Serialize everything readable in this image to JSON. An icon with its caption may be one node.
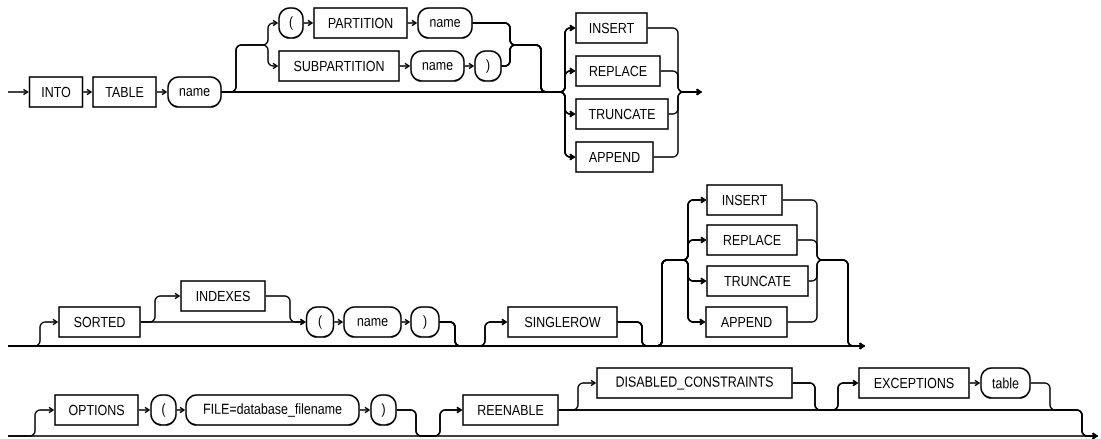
{
  "diagram": {
    "nodes": [
      {
        "text": [
          "INTO"
        ]
      },
      {
        "text": [
          "TABLE"
        ]
      },
      {
        "text": [
          "name"
        ]
      },
      {
        "text": [
          "("
        ]
      },
      {
        "text": [
          "PARTITION"
        ]
      },
      {
        "text": [
          "name"
        ]
      },
      {
        "text": [
          "SUBPARTITION"
        ]
      },
      {
        "text": [
          "name"
        ]
      },
      {
        "text": [
          ")"
        ]
      },
      {
        "text": [
          "INSERT"
        ]
      },
      {
        "text": [
          "REPLACE"
        ]
      },
      {
        "text": [
          "TRUNCATE"
        ]
      },
      {
        "text": [
          "APPEND"
        ]
      },
      {
        "text": [
          "SORTED"
        ]
      },
      {
        "text": [
          "INDEXES"
        ]
      },
      {
        "text": [
          "("
        ]
      },
      {
        "text": [
          "name"
        ]
      },
      {
        "text": [
          ")"
        ]
      },
      {
        "text": [
          "SINGLEROW"
        ]
      },
      {
        "text": [
          "INSERT"
        ]
      },
      {
        "text": [
          "REPLACE"
        ]
      },
      {
        "text": [
          "TRUNCATE"
        ]
      },
      {
        "text": [
          "APPEND"
        ]
      },
      {
        "text": [
          "OPTIONS"
        ]
      },
      {
        "text": [
          "("
        ]
      },
      {
        "text": [
          "FILE=database_filename"
        ]
      },
      {
        "text": [
          ")"
        ]
      },
      {
        "text": [
          "REENABLE"
        ]
      },
      {
        "text": [
          "DISABLED_CONSTRAINTS"
        ]
      },
      {
        "text": [
          "EXCEPTIONS"
        ]
      },
      {
        "text": [
          "table"
        ]
      }
    ],
    "edges": [
      {
        "from": null,
        "to": 0,
        "arrow": "to"
      },
      {
        "from": 0,
        "to": 1,
        "arrow": "to"
      },
      {
        "from": 1,
        "to": 2,
        "arrow": "to"
      },
      {
        "from": 2,
        "to": 3,
        "arrow": "to"
      },
      {
        "from": 3,
        "to": 4,
        "arrow": "to"
      },
      {
        "from": 4,
        "to": 5,
        "arrow": "to"
      },
      {
        "from": 2,
        "to": 6,
        "arrow": "to"
      },
      {
        "from": 6,
        "to": 7,
        "arrow": "to"
      },
      {
        "from": 7,
        "to": 8,
        "arrow": "to"
      },
      {
        "from": 2,
        "to": 9,
        "arrow": "to"
      },
      {
        "from": 2,
        "to": 10,
        "arrow": "to"
      },
      {
        "from": 2,
        "to": 11,
        "arrow": "to"
      },
      {
        "from": 2,
        "to": 12,
        "arrow": "to"
      },
      {
        "from": 5,
        "to": 9,
        "arrow": "to"
      },
      {
        "from": 5,
        "to": 10,
        "arrow": "to"
      },
      {
        "from": 5,
        "to": 11,
        "arrow": "to"
      },
      {
        "from": 5,
        "to": 12,
        "arrow": "to"
      },
      {
        "from": 8,
        "to": 9,
        "arrow": "to"
      },
      {
        "from": 8,
        "to": 10,
        "arrow": "to"
      },
      {
        "from": 8,
        "to": 11,
        "arrow": "to"
      },
      {
        "from": 8,
        "to": 12,
        "arrow": "to"
      },
      {
        "from": 9,
        "to": null,
        "arrow": "to"
      },
      {
        "from": 10,
        "to": null,
        "arrow": "to"
      },
      {
        "from": 11,
        "to": null,
        "arrow": "to"
      },
      {
        "from": 12,
        "to": null,
        "arrow": "to"
      },
      {
        "from": null,
        "to": 13,
        "arrow": "to"
      },
      {
        "from": 13,
        "to": 14,
        "arrow": "to"
      },
      {
        "from": 13,
        "to": 15,
        "arrow": "to"
      },
      {
        "from": 14,
        "to": 15,
        "arrow": "to"
      },
      {
        "from": 15,
        "to": 16,
        "arrow": "to"
      },
      {
        "from": 16,
        "to": 17,
        "arrow": "to"
      },
      {
        "from": null,
        "to": 18,
        "arrow": "to"
      },
      {
        "from": 17,
        "to": 18,
        "arrow": "to"
      },
      {
        "from": null,
        "to": 19,
        "arrow": "to"
      },
      {
        "from": null,
        "to": 20,
        "arrow": "to"
      },
      {
        "from": null,
        "to": 21,
        "arrow": "to"
      },
      {
        "from": null,
        "to": 22,
        "arrow": "to"
      },
      {
        "from": 17,
        "to": 19,
        "arrow": "to"
      },
      {
        "from": 17,
        "to": 20,
        "arrow": "to"
      },
      {
        "from": 17,
        "to": 21,
        "arrow": "to"
      },
      {
        "from": 17,
        "to": 22,
        "arrow": "to"
      },
      {
        "from": 18,
        "to": 19,
        "arrow": "to"
      },
      {
        "from": 18,
        "to": 20,
        "arrow": "to"
      },
      {
        "from": 18,
        "to": 21,
        "arrow": "to"
      },
      {
        "from": 18,
        "to": 22,
        "arrow": "to"
      },
      {
        "from": 19,
        "to": null,
        "arrow": "to"
      },
      {
        "from": 20,
        "to": null,
        "arrow": "to"
      },
      {
        "from": 21,
        "to": null,
        "arrow": "to"
      },
      {
        "from": 22,
        "to": null,
        "arrow": "to"
      },
      {
        "from": 17,
        "to": null,
        "arrow": "to"
      },
      {
        "from": 18,
        "to": null,
        "arrow": "to"
      },
      {
        "from": null,
        "to": 23,
        "arrow": "to"
      },
      {
        "from": 23,
        "to": 24,
        "arrow": "to"
      },
      {
        "from": 24,
        "to": 25,
        "arrow": "to"
      },
      {
        "from": 25,
        "to": 26,
        "arrow": "to"
      },
      {
        "from": 26,
        "to": 27,
        "arrow": "to"
      },
      {
        "from": null,
        "to": 27,
        "arrow": "to"
      },
      {
        "from": 27,
        "to": 28,
        "arrow": "to"
      },
      {
        "from": 27,
        "to": 29,
        "arrow": "to"
      },
      {
        "from": 28,
        "to": 29,
        "arrow": "to"
      },
      {
        "from": 29,
        "to": 30,
        "arrow": "to"
      },
      {
        "from": 30,
        "to": null,
        "arrow": "to"
      },
      {
        "from": 27,
        "to": null,
        "arrow": "to"
      },
      {
        "from": 28,
        "to": null,
        "arrow": "to"
      },
      {
        "from": 26,
        "to": null,
        "arrow": "to"
      }
    ]
  }
}
